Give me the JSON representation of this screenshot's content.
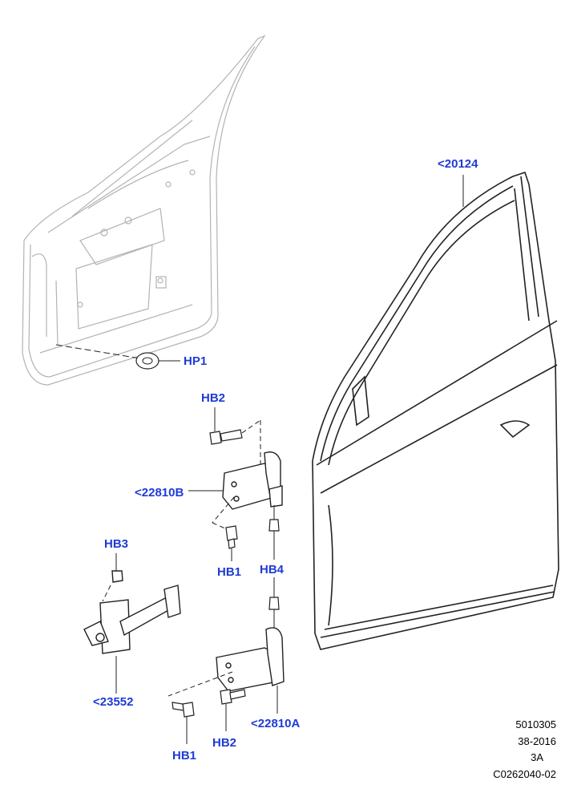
{
  "callouts": {
    "door_shell": "<20124",
    "plug": "HP1",
    "upper_hinge": "<22810B",
    "lower_hinge": "<22810A",
    "check_strap": "<23552",
    "upper_bolt": "HB2",
    "upper_hinge_bolt": "HB1",
    "hinge_pin_top": "HB4",
    "check_bolt": "HB3",
    "lower_bolt_left": "HB1",
    "lower_bolt_right": "HB2"
  },
  "reference": {
    "line1": "5010305",
    "line2": "38-2016",
    "line3": "3A",
    "line4": "C0262040-02"
  },
  "colors": {
    "callout": "#1f3bd6",
    "inner_panel": "#b8b8b8",
    "outline": "#222222"
  }
}
